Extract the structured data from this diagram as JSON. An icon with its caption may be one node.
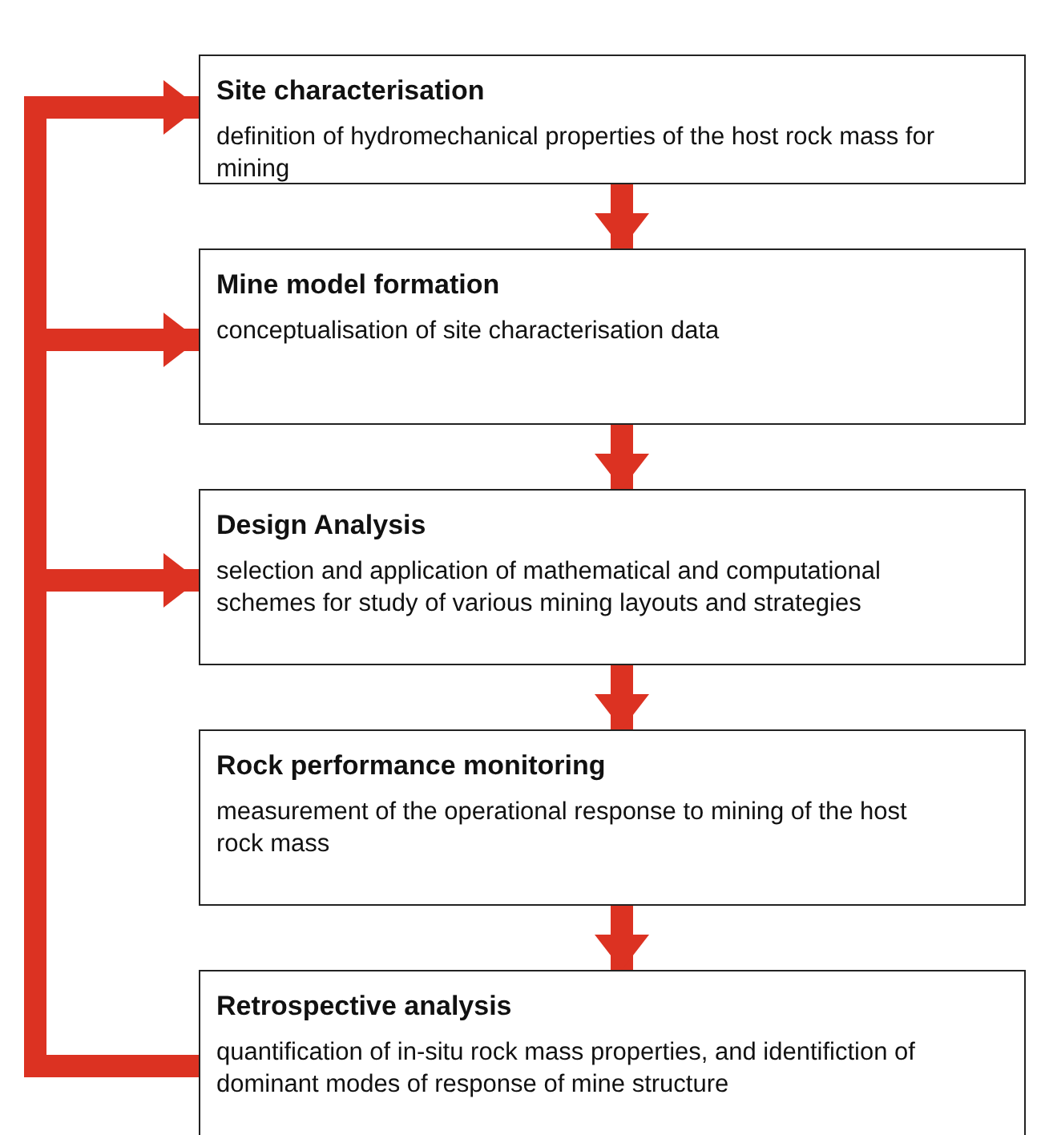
{
  "diagram": {
    "nodes": [
      {
        "text": [
          "Site characterisation",
          "definition of hydromechanical properties of the host rock mass for mining"
        ]
      },
      {
        "text": [
          "Mine model formation",
          "conceptualisation of site characterisation data"
        ]
      },
      {
        "text": [
          "Design Analysis",
          "selection and application of mathematical and computational schemes for study of various mining layouts and strategies"
        ]
      },
      {
        "text": [
          "Rock performance monitoring",
          "measurement of the operational response to mining of the host rock mass"
        ]
      },
      {
        "text": [
          "Retrospective analysis",
          "quantification of in-situ rock mass properties, and identifiction of dominant modes of response of mine structure"
        ]
      }
    ],
    "edges": [
      {
        "from": 0,
        "to": 1,
        "arrow": "to"
      },
      {
        "from": 1,
        "to": 2,
        "arrow": "to"
      },
      {
        "from": 2,
        "to": 3,
        "arrow": "to"
      },
      {
        "from": 3,
        "to": 4,
        "arrow": "to"
      },
      {
        "from": 4,
        "to": 0,
        "arrow": "to"
      },
      {
        "from": 4,
        "to": 1,
        "arrow": "to"
      },
      {
        "from": 4,
        "to": 2,
        "arrow": "to"
      }
    ]
  }
}
